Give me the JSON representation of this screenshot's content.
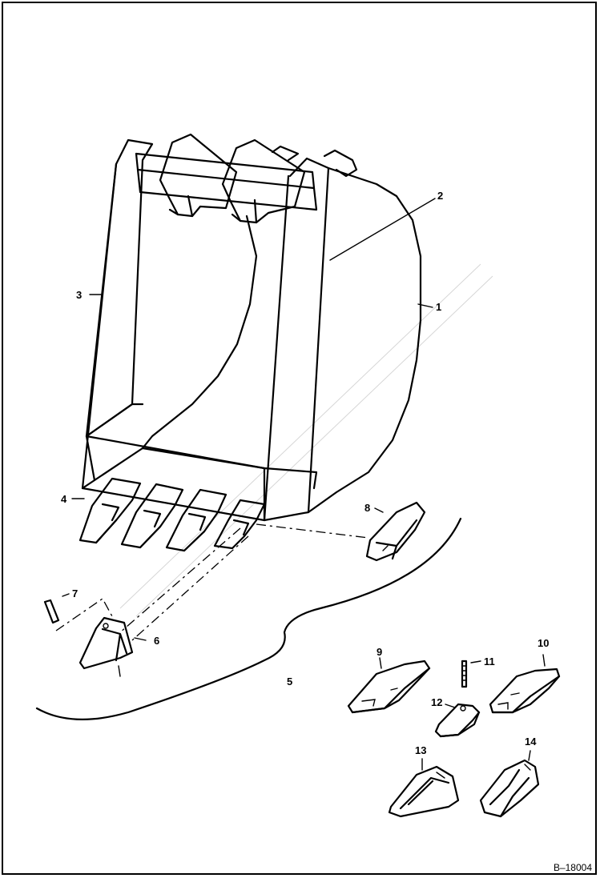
{
  "callouts": {
    "c1": "1",
    "c2": "2",
    "c3": "3",
    "c4": "4",
    "c5": "5",
    "c6": "6",
    "c7": "7",
    "c8": "8",
    "c9": "9",
    "c10": "10",
    "c11": "11",
    "c12": "12",
    "c13": "13",
    "c14": "14"
  },
  "figure_id": "B–18004"
}
